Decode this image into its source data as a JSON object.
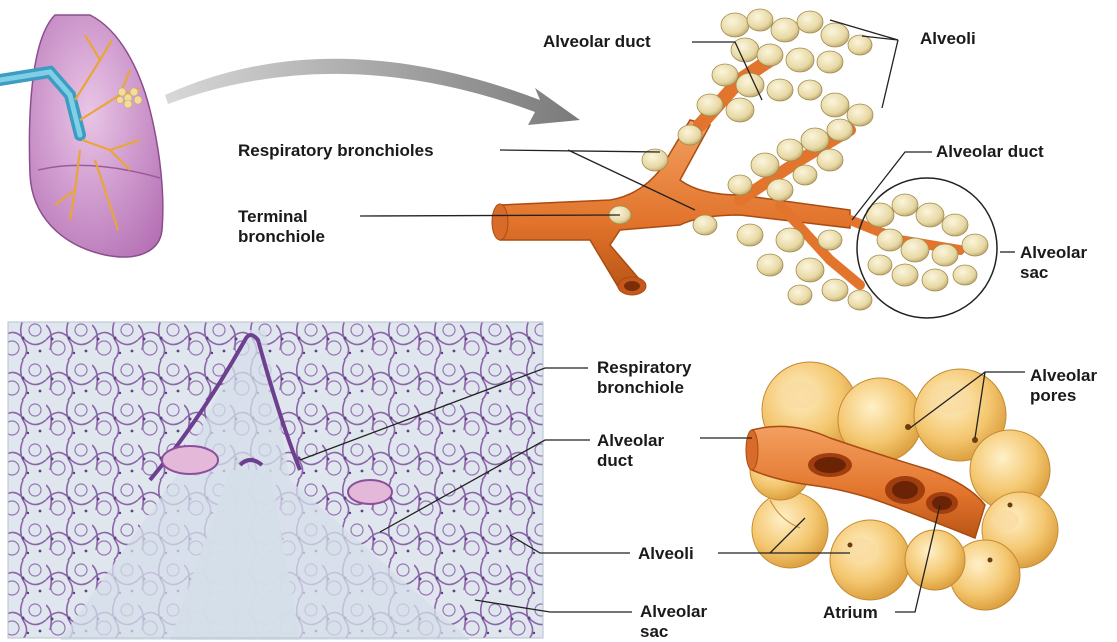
{
  "labels": {
    "alveolar_duct_top": "Alveolar duct",
    "alveoli_top": "Alveoli",
    "respiratory_bronchioles": "Respiratory bronchioles",
    "alveolar_duct_right": "Alveolar duct",
    "terminal_bronchiole_1": "Terminal",
    "terminal_bronchiole_2": "bronchiole",
    "alveolar_sac_right_1": "Alveolar",
    "alveolar_sac_right_2": "sac",
    "respiratory_bronchiole_1": "Respiratory",
    "respiratory_bronchiole_2": "bronchiole",
    "alveolar_duct_mid_1": "Alveolar",
    "alveolar_duct_mid_2": "duct",
    "alveoli_bottom": "Alveoli",
    "alveolar_sac_bottom_1": "Alveolar",
    "alveolar_sac_bottom_2": "sac",
    "alveolar_pores_1": "Alveolar",
    "alveolar_pores_2": "pores",
    "atrium": "Atrium"
  },
  "colors": {
    "lung": "#c987c9",
    "trachea": "#4fb3d3",
    "bronchiole_orange": "#e8803a",
    "alveolus_cream": "#ece0b0",
    "histology_bg": "#d9e3ec",
    "histology_tissue": "#8a62a8",
    "arrow_gray": "#8c8c8c"
  }
}
